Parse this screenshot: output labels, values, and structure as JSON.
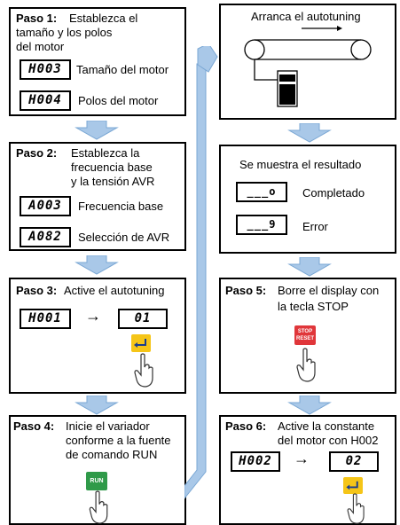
{
  "step1": {
    "label": "Paso 1:",
    "text_l1": "Establezca el",
    "text_l2": "tamaño y los polos",
    "text_l3": "del motor",
    "code1": "H003",
    "desc1": "Tamaño del motor",
    "code2": "H004",
    "desc2": "Polos del motor"
  },
  "step2": {
    "label": "Paso 2:",
    "text_l1": "Establezca la",
    "text_l2": "frecuencia base",
    "text_l3": "y la tensión AVR",
    "code1": "A003",
    "desc1": "Frecuencia base",
    "code2": "A082",
    "desc2": "Selección de AVR"
  },
  "step3": {
    "label": "Paso 3:",
    "text": "Active el autotuning",
    "code1": "H001",
    "code2": "01"
  },
  "step4": {
    "label": "Paso 4:",
    "text_l1": "Inicie el variador",
    "text_l2": "conforme a la fuente",
    "text_l3": "de comando RUN",
    "button": "RUN"
  },
  "autotune": {
    "title": "Arranca el autotuning"
  },
  "result": {
    "title": "Se muestra el resultado",
    "code1": "___o",
    "desc1": "Completado",
    "code2": "___9",
    "desc2": "Error"
  },
  "step5": {
    "label": "Paso 5:",
    "text_l1": "Borre el display con",
    "text_l2": "la tecla STOP",
    "button_l1": "STOP",
    "button_l2": "RESET"
  },
  "step6": {
    "label": "Paso 6:",
    "text_l1": "Active la constante",
    "text_l2": "del motor con H002",
    "code1": "H002",
    "code2": "02"
  },
  "colors": {
    "arrow": "#a9c8e8",
    "arrow_border": "#7aa7d4",
    "enter": "#f5c518",
    "run": "#2f9a49",
    "stop": "#e0363a"
  }
}
